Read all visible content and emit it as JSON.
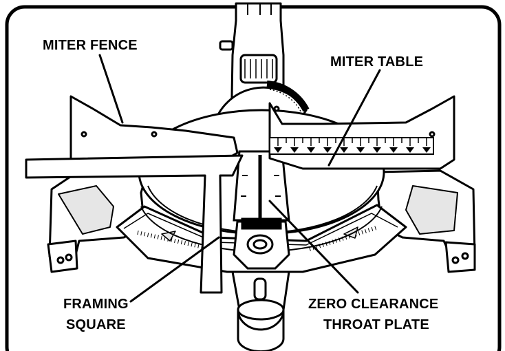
{
  "diagram": {
    "labels": {
      "miter_fence": "MITER FENCE",
      "miter_table": "MITER TABLE",
      "framing_square_line1": "FRAMING",
      "framing_square_line2": "SQUARE",
      "throat_plate_line1": "ZERO CLEARANCE",
      "throat_plate_line2": "THROAT PLATE"
    },
    "colors": {
      "ink": "#000000",
      "paper": "#ffffff",
      "shade": "#e6e6e6"
    }
  }
}
